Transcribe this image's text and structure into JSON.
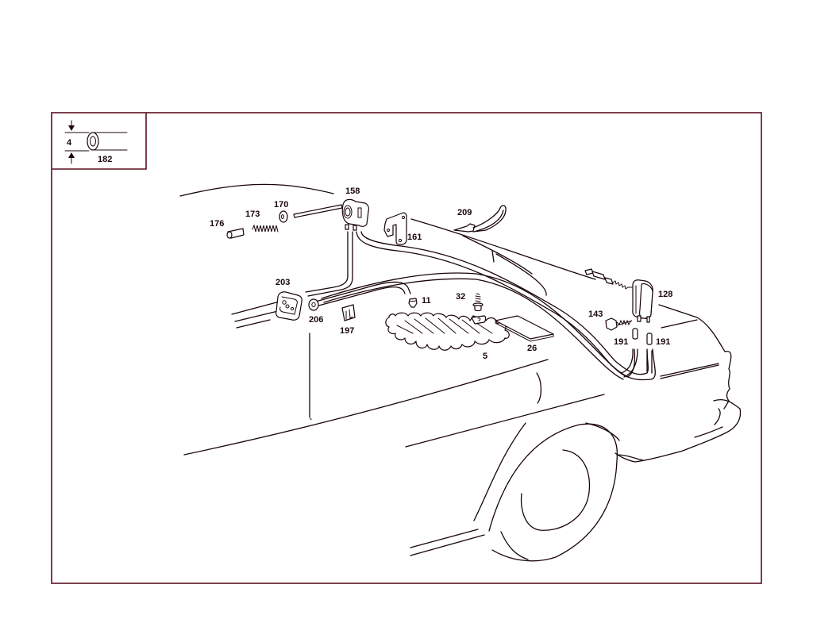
{
  "diagram": {
    "frame_color": "#5a1020",
    "line_color": "#1a0508",
    "inset": {
      "dimension_label": "4",
      "part_label": "182",
      "description": "hose cross-section, inner diameter"
    },
    "parts": [
      {
        "id": "158",
        "label": "158"
      },
      {
        "id": "170",
        "label": "170"
      },
      {
        "id": "173",
        "label": "173"
      },
      {
        "id": "176",
        "label": "176"
      },
      {
        "id": "161",
        "label": "161"
      },
      {
        "id": "209",
        "label": "209"
      },
      {
        "id": "203",
        "label": "203"
      },
      {
        "id": "206",
        "label": "206"
      },
      {
        "id": "197",
        "label": "197"
      },
      {
        "id": "11",
        "label": "11"
      },
      {
        "id": "32",
        "label": "32"
      },
      {
        "id": "5",
        "label": "5"
      },
      {
        "id": "26",
        "label": "26"
      },
      {
        "id": "128",
        "label": "128"
      },
      {
        "id": "143",
        "label": "143"
      },
      {
        "id": "191a",
        "label": "191"
      },
      {
        "id": "191b",
        "label": "191"
      }
    ]
  }
}
